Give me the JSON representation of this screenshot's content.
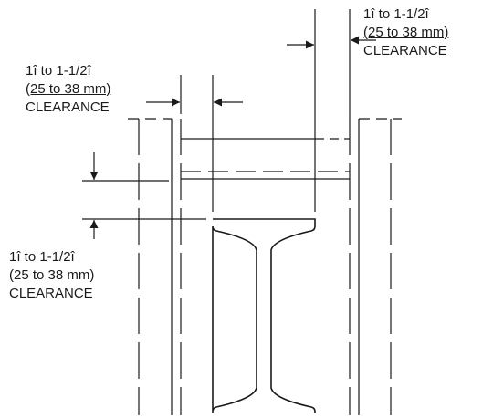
{
  "labels": {
    "top_right": {
      "line1": "1î to 1-1/2î",
      "line2": "(25  to 38 mm)",
      "line3": "CLEARANCE"
    },
    "top_left": {
      "line1": "1î to 1-1/2î",
      "line2": "(25  to 38 mm)",
      "line3": "CLEARANCE"
    },
    "bottom_left": {
      "line1": "1î to 1-1/2î",
      "line2": "(25  to 38 mm)",
      "line3": "CLEARANCE"
    }
  },
  "colors": {
    "line": "#1a1a1a",
    "background": "#ffffff"
  }
}
